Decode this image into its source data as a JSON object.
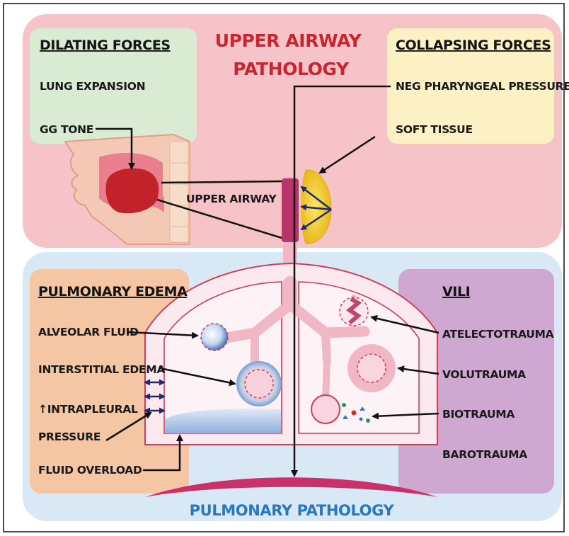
{
  "upper": {
    "title_line1": "UPPER AIRWAY",
    "title_line2": "PATHOLOGY",
    "airway_label": "UPPER AIRWAY",
    "dilating": {
      "header": "DILATING FORCES",
      "item1": "LUNG EXPANSION",
      "item2": "GG TONE"
    },
    "collapsing": {
      "header": "COLLAPSING FORCES",
      "item1": "NEG PHARYNGEAL PRESSURE",
      "item2": "SOFT TISSUE"
    }
  },
  "lower": {
    "title": "PULMONARY PATHOLOGY",
    "edema": {
      "header": "PULMONARY EDEMA",
      "item1": "ALVEOLAR FLUID",
      "item2": "INTERSTITIAL EDEMA",
      "item3_arrow": "↑",
      "item3_line1": "INTRAPLEURAL",
      "item3_line2": "PRESSURE",
      "item4": "FLUID OVERLOAD"
    },
    "vili": {
      "header": "VILI",
      "item1": "ATELECTOTRAUMA",
      "item2": "VOLUTRAUMA",
      "item3": "BIOTRAUMA",
      "item4": "BAROTRAUMA"
    }
  },
  "colors": {
    "upper_bg": "#f6c3c8",
    "lower_bg": "#d9e8f5",
    "dilating_bg": "#d9ebd2",
    "collapsing_bg": "#fbf1c5",
    "edema_bg": "#f5c6a3",
    "vili_bg": "#cfa8d2",
    "upper_title": "#c8262f",
    "lower_title": "#2878c0"
  }
}
